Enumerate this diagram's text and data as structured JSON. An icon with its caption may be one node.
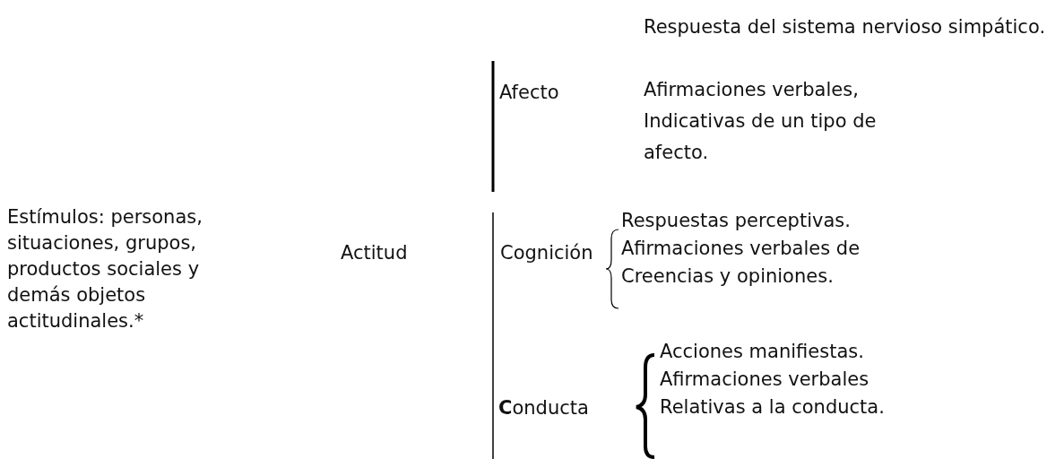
{
  "diagram": {
    "labels": [
      "Estímulos: personas, situaciones, grupos, productos sociales y demás objetos actitudinales.*",
      "Actitud",
      "Afecto",
      "Respuesta del sistema nervioso simpático.",
      "Afirmaciones verbales, Indicativas de un tipo de afecto.",
      "Cognición",
      "Respuestas perceptivas.",
      "Afirmaciones verbales de Creencias y opiniones.",
      "**C**onducta",
      "Acciones manifiestas.",
      "Afirmaciones verbales Relativas a la conducta."
    ]
  }
}
